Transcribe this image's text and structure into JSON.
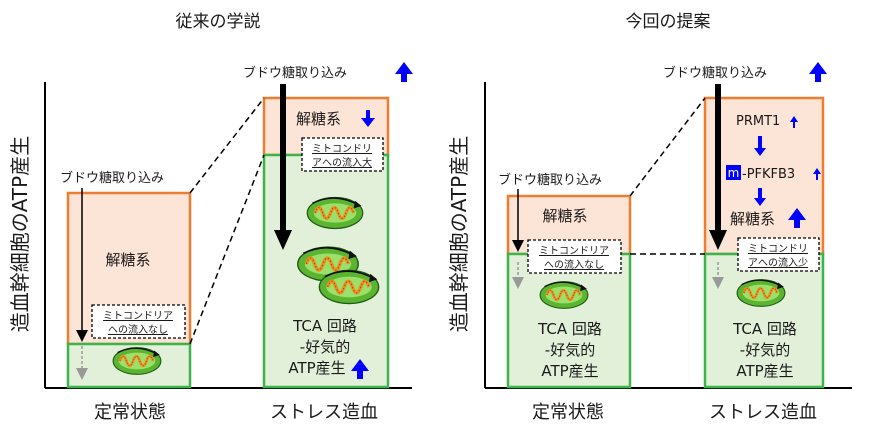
{
  "left_panel": {
    "title": "従来の学説",
    "y_axis": "造血幹細胞のATP産生",
    "x_labels": [
      "定常状態",
      "ストレス造血"
    ],
    "steady": {
      "glucose_uptake": "ブドウ糖取り込み",
      "glycolysis": "解糖系",
      "mito_box": [
        "ミトコンドリア",
        "への流入なし"
      ]
    },
    "stress": {
      "glucose_uptake": "ブドウ糖取り込み",
      "glycolysis": "解糖系",
      "mito_box": [
        "ミトコンドリ",
        "アへの流入大"
      ],
      "tca": [
        "TCA 回路",
        "-好気的",
        "ATP産生"
      ]
    }
  },
  "right_panel": {
    "title": "今回の提案",
    "y_axis": "造血幹細胞のATP産生",
    "x_labels": [
      "定常状態",
      "ストレス造血"
    ],
    "steady": {
      "glucose_uptake": "ブドウ糖取り込み",
      "glycolysis": "解糖系",
      "mito_box": [
        "ミトコンドリア",
        "への流入なし"
      ],
      "tca": [
        "TCA 回路",
        "-好気的",
        "ATP産生"
      ]
    },
    "stress": {
      "glucose_uptake": "ブドウ糖取り込み",
      "prmt1": "PRMT1",
      "pfkfb3_prefix": "m",
      "pfkfb3": "-PFKFB3",
      "glycolysis": "解糖系",
      "mito_box": [
        "ミトコンドリ",
        "アへの流入少"
      ],
      "tca": [
        "TCA 回路",
        "-好気的",
        "ATP産生"
      ]
    }
  },
  "colors": {
    "glycolysis_fill": "#fce4d6",
    "glycolysis_border": "#ed7d31",
    "tca_fill": "#e2f0d9",
    "tca_border": "#3cb44b",
    "up_arrow": "#0000ff",
    "mito_outer": "#5cb531",
    "mito_inner": "#f0a030"
  },
  "icons": [
    "blue-up-arrow-icon",
    "blue-down-arrow-icon",
    "mitochondrion-icon"
  ]
}
